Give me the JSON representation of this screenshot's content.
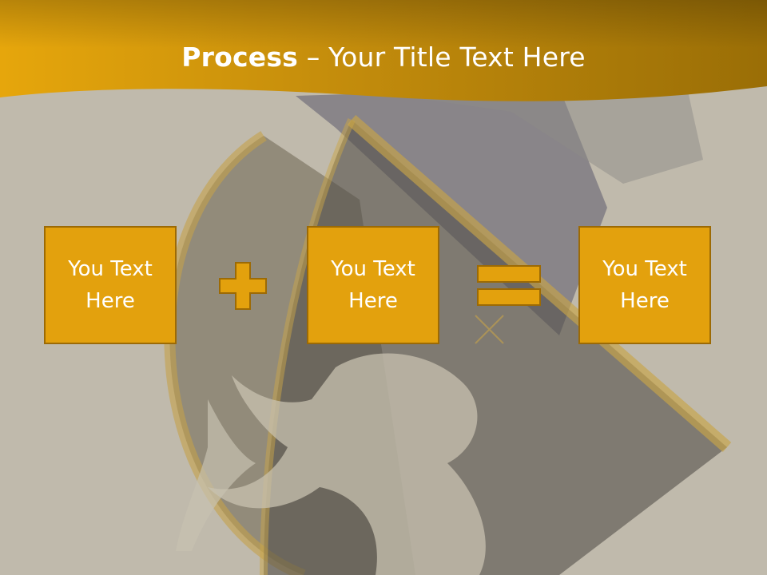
{
  "title": {
    "bold": "Process",
    "rest": " – Your Title Text Here"
  },
  "steps": [
    {
      "text": "You Text Here"
    },
    {
      "text": "You Text Here"
    },
    {
      "text": "You Text Here"
    }
  ],
  "operators": {
    "plus": "plus-icon",
    "equals": "equals-icon"
  },
  "colors": {
    "banner": "#c7900f",
    "box_fill": "#e3a10d",
    "box_border": "#9c6a05",
    "text": "#ffffff",
    "background": "#bdb7a8"
  }
}
